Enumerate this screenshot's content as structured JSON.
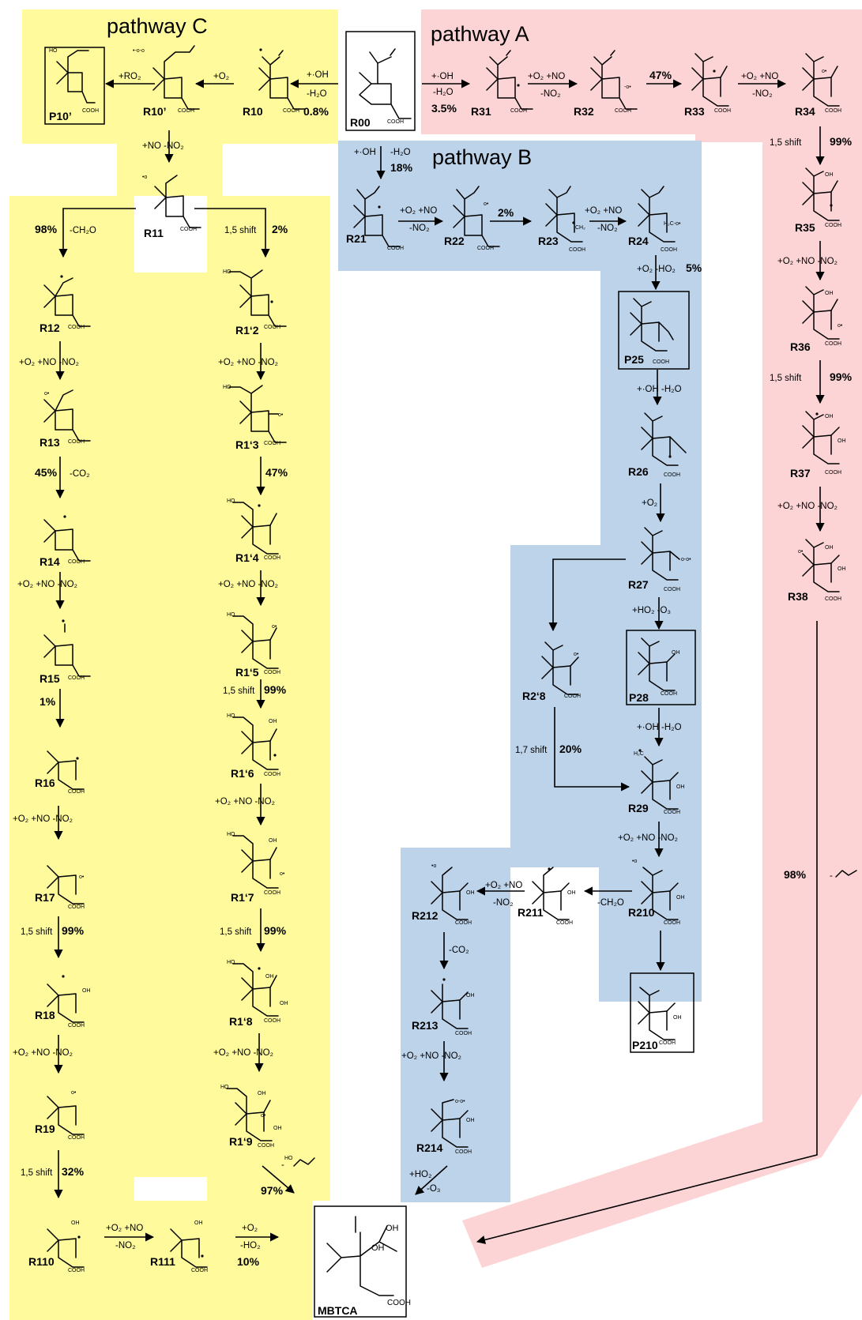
{
  "colors": {
    "pathway_a": "#fdd4d6",
    "pathway_b": "#bdd3ea",
    "pathway_c": "#fffb9d"
  },
  "titles": {
    "pathway_a": "pathway A",
    "pathway_b": "pathway B",
    "pathway_c": "pathway C"
  },
  "species": [
    {
      "id": "R00",
      "label": "R00",
      "boxed": true
    },
    {
      "id": "R10",
      "label": "R10",
      "boxed": false
    },
    {
      "id": "R10p",
      "label": "R10’",
      "boxed": false
    },
    {
      "id": "P10p",
      "label": "P10’",
      "boxed": true
    },
    {
      "id": "R11",
      "label": "R11",
      "boxed": false
    },
    {
      "id": "R12",
      "label": "R12",
      "boxed": false
    },
    {
      "id": "R13",
      "label": "R13",
      "boxed": false
    },
    {
      "id": "R14",
      "label": "R14",
      "boxed": false
    },
    {
      "id": "R15",
      "label": "R15",
      "boxed": false
    },
    {
      "id": "R16",
      "label": "R16",
      "boxed": false
    },
    {
      "id": "R17",
      "label": "R17",
      "boxed": false
    },
    {
      "id": "R18",
      "label": "R18",
      "boxed": false
    },
    {
      "id": "R19",
      "label": "R19",
      "boxed": false
    },
    {
      "id": "R110",
      "label": "R110",
      "boxed": false
    },
    {
      "id": "R111",
      "label": "R111",
      "boxed": false
    },
    {
      "id": "R1p2",
      "label": "R1‘2",
      "boxed": false
    },
    {
      "id": "R1p3",
      "label": "R1‘3",
      "boxed": false
    },
    {
      "id": "R1p4",
      "label": "R1‘4",
      "boxed": false
    },
    {
      "id": "R1p5",
      "label": "R1‘5",
      "boxed": false
    },
    {
      "id": "R1p6",
      "label": "R1‘6",
      "boxed": false
    },
    {
      "id": "R1p7",
      "label": "R1‘7",
      "boxed": false
    },
    {
      "id": "R1p8",
      "label": "R1‘8",
      "boxed": false
    },
    {
      "id": "R1p9",
      "label": "R1‘9",
      "boxed": false
    },
    {
      "id": "R21",
      "label": "R21",
      "boxed": false
    },
    {
      "id": "R22",
      "label": "R22",
      "boxed": false
    },
    {
      "id": "R23",
      "label": "R23",
      "boxed": false
    },
    {
      "id": "R24",
      "label": "R24",
      "boxed": false
    },
    {
      "id": "P25",
      "label": "P25",
      "boxed": true
    },
    {
      "id": "R26",
      "label": "R26",
      "boxed": false
    },
    {
      "id": "R27",
      "label": "R27",
      "boxed": false
    },
    {
      "id": "R2p8",
      "label": "R2‘8",
      "boxed": false
    },
    {
      "id": "P28",
      "label": "P28",
      "boxed": true
    },
    {
      "id": "R29",
      "label": "R29",
      "boxed": false
    },
    {
      "id": "R210",
      "label": "R210",
      "boxed": false
    },
    {
      "id": "R211",
      "label": "R211",
      "boxed": false
    },
    {
      "id": "R212",
      "label": "R212",
      "boxed": false
    },
    {
      "id": "R213",
      "label": "R213",
      "boxed": false
    },
    {
      "id": "R214",
      "label": "R214",
      "boxed": false
    },
    {
      "id": "P210",
      "label": "P210",
      "boxed": true
    },
    {
      "id": "R31",
      "label": "R31",
      "boxed": false
    },
    {
      "id": "R32",
      "label": "R32",
      "boxed": false
    },
    {
      "id": "R33",
      "label": "R33",
      "boxed": false
    },
    {
      "id": "R34",
      "label": "R34",
      "boxed": false
    },
    {
      "id": "R35",
      "label": "R35",
      "boxed": false
    },
    {
      "id": "R36",
      "label": "R36",
      "boxed": false
    },
    {
      "id": "R37",
      "label": "R37",
      "boxed": false
    },
    {
      "id": "R38",
      "label": "R38",
      "boxed": false
    },
    {
      "id": "MBTCA",
      "label": "MBTCA",
      "boxed": true
    }
  ],
  "annotations": [
    {
      "id": "c_r00_r10_oh",
      "text": "+·OH"
    },
    {
      "id": "c_r00_r10_h2o",
      "text": "-H₂O"
    },
    {
      "id": "p_r00_r10",
      "text": "0.8%"
    },
    {
      "id": "c_r10_r10p",
      "text": "+O₂"
    },
    {
      "id": "c_r10p_p10p",
      "text": "+RO₂"
    },
    {
      "id": "c_r10p_r11",
      "text": "+NO  -NO₂"
    },
    {
      "id": "p_r11_r12",
      "text": "98%"
    },
    {
      "id": "c_r11_r12",
      "text": "-CH₂O"
    },
    {
      "id": "c_r11_r1p2",
      "text": "1,5 shift"
    },
    {
      "id": "p_r11_r1p2",
      "text": "2%"
    },
    {
      "id": "c_r12_r13",
      "text": "+O₂ +NO  -NO₂"
    },
    {
      "id": "p_r13_r14",
      "text": "45%"
    },
    {
      "id": "c_r13_r14",
      "text": "-CO₂"
    },
    {
      "id": "c_r14_r15",
      "text": "+O₂ +NO  -NO₂"
    },
    {
      "id": "p_r15_r16",
      "text": "1%"
    },
    {
      "id": "c_r16_r17",
      "text": "+O₂ +NO  -NO₂"
    },
    {
      "id": "c_r17_r18",
      "text": "1,5 shift"
    },
    {
      "id": "p_r17_r18",
      "text": "99%"
    },
    {
      "id": "c_r18_r19",
      "text": "+O₂ +NO  -NO₂"
    },
    {
      "id": "c_r19_r110",
      "text": "1,5 shift"
    },
    {
      "id": "p_r19_r110",
      "text": "32%"
    },
    {
      "id": "c_r110_r111_a",
      "text": "+O₂ +NO"
    },
    {
      "id": "c_r110_r111_b",
      "text": "-NO₂"
    },
    {
      "id": "c_r111_mbtca_a",
      "text": "+O₂"
    },
    {
      "id": "c_r111_mbtca_b",
      "text": "-HO₂"
    },
    {
      "id": "p_r111_mbtca",
      "text": "10%"
    },
    {
      "id": "c_r1p2_r1p3",
      "text": "+O₂ +NO  -NO₂"
    },
    {
      "id": "p_r1p3_r1p4",
      "text": "47%"
    },
    {
      "id": "c_r1p4_r1p5",
      "text": "+O₂ +NO  -NO₂"
    },
    {
      "id": "c_r1p5_r1p6",
      "text": "1,5 shift"
    },
    {
      "id": "p_r1p5_r1p6",
      "text": "99%"
    },
    {
      "id": "c_r1p6_r1p7",
      "text": "+O₂ +NO  -NO₂"
    },
    {
      "id": "c_r1p7_r1p8",
      "text": "1,5 shift"
    },
    {
      "id": "p_r1p7_r1p8",
      "text": "99%"
    },
    {
      "id": "c_r1p8_r1p9",
      "text": "+O₂ +NO  -NO₂"
    },
    {
      "id": "p_r1p9_mbtca",
      "text": "97%"
    },
    {
      "id": "c_r00_r21_oh",
      "text": "+·OH"
    },
    {
      "id": "c_r00_r21_h2o",
      "text": "-H₂O"
    },
    {
      "id": "p_r00_r21",
      "text": "18%"
    },
    {
      "id": "c_r21_r22_a",
      "text": "+O₂ +NO"
    },
    {
      "id": "c_r21_r22_b",
      "text": "-NO₂"
    },
    {
      "id": "p_r22_r23",
      "text": "2%"
    },
    {
      "id": "c_r23_r24_a",
      "text": "+O₂ +NO"
    },
    {
      "id": "c_r23_r24_b",
      "text": "-NO₂"
    },
    {
      "id": "c_r24_p25",
      "text": "+O₂  -HO₂"
    },
    {
      "id": "p_r24_p25",
      "text": "5%"
    },
    {
      "id": "c_p25_r26",
      "text": "+·OH  -H₂O"
    },
    {
      "id": "c_r26_r27",
      "text": "+O₂"
    },
    {
      "id": "c_r27_p28",
      "text": "+HO₂  -O₃"
    },
    {
      "id": "c_p28_r29",
      "text": "+·OH  -H₂O"
    },
    {
      "id": "c_r2p8_r29",
      "text": "1,7 shift"
    },
    {
      "id": "p_r2p8_r29",
      "text": "20%"
    },
    {
      "id": "c_r29_r210",
      "text": "+O₂ +NO  -NO₂"
    },
    {
      "id": "c_r210_r211",
      "text": "-CH₂O"
    },
    {
      "id": "c_r211_r212_a",
      "text": "+O₂ +NO"
    },
    {
      "id": "c_r211_r212_b",
      "text": "-NO₂"
    },
    {
      "id": "c_r212_r213",
      "text": "-CO₂"
    },
    {
      "id": "c_r213_r214",
      "text": "+O₂ +NO  -NO₂"
    },
    {
      "id": "c_r214_out_a",
      "text": "+HO₂"
    },
    {
      "id": "c_r214_out_b",
      "text": "-O₃"
    },
    {
      "id": "c_r00_r31_oh",
      "text": "+·OH"
    },
    {
      "id": "c_r00_r31_h2o",
      "text": "-H₂O"
    },
    {
      "id": "p_r00_r31",
      "text": "3.5%"
    },
    {
      "id": "c_r31_r32_a",
      "text": "+O₂ +NO"
    },
    {
      "id": "c_r31_r32_b",
      "text": "-NO₂"
    },
    {
      "id": "p_r32_r33",
      "text": "47%"
    },
    {
      "id": "c_r33_r34_a",
      "text": "+O₂ +NO"
    },
    {
      "id": "c_r33_r34_b",
      "text": "-NO₂"
    },
    {
      "id": "c_r34_r35",
      "text": "1,5 shift"
    },
    {
      "id": "p_r34_r35",
      "text": "99%"
    },
    {
      "id": "c_r35_r36",
      "text": "+O₂ +NO  -NO₂"
    },
    {
      "id": "c_r36_r37",
      "text": "1,5 shift"
    },
    {
      "id": "p_r36_r37",
      "text": "99%"
    },
    {
      "id": "c_r37_r38",
      "text": "+O₂ +NO  -NO₂"
    },
    {
      "id": "p_r38_mbtca",
      "text": "98%"
    }
  ],
  "atom_labels": {
    "cooh": "COOH",
    "oh": "OH",
    "o": "O",
    "ho": "HO",
    "ch2": "CH₂",
    "h2c": "H₂C"
  }
}
